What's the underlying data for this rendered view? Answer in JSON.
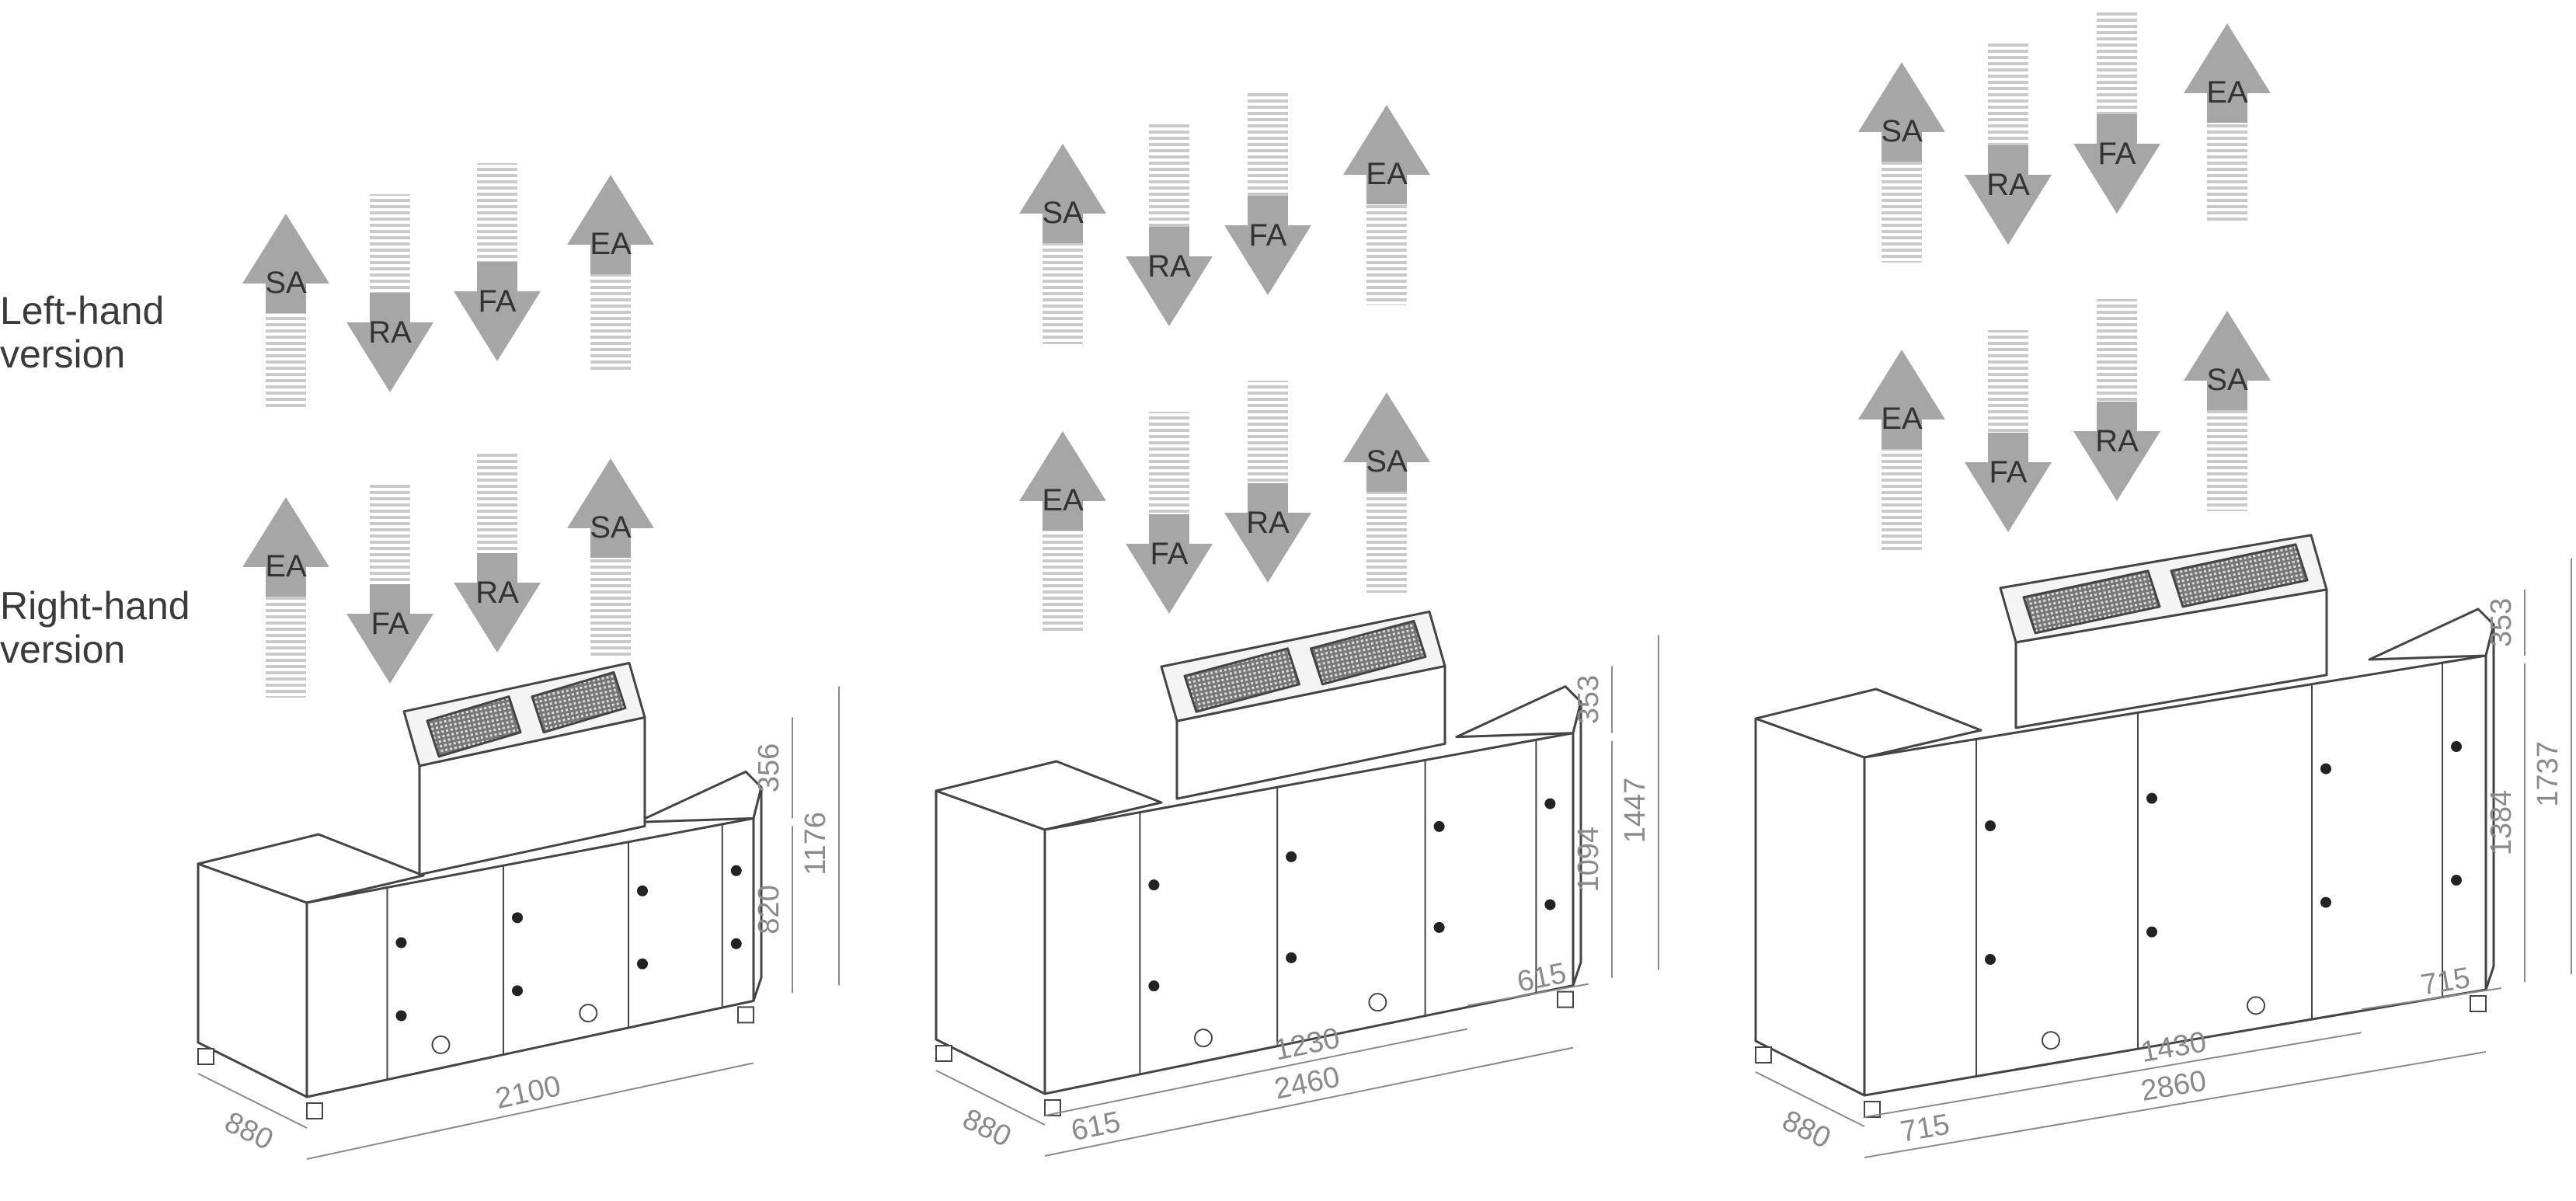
{
  "labels": {
    "left_line1": "Left-hand",
    "left_line2": "version",
    "right_line1": "Right-hand",
    "right_line2": "version"
  },
  "colors": {
    "arrow_fill": "#a6a6a6",
    "arrow_stripe": "#d0d0d0",
    "arrow_text": "#333333",
    "line": "#444444",
    "dim": "#8a8a8a",
    "panel": "#ffffff",
    "grille": "#555555"
  },
  "units": [
    {
      "name": "unit-small",
      "arrows_left": [
        {
          "label": "SA",
          "dir": "up"
        },
        {
          "label": "RA",
          "dir": "down"
        },
        {
          "label": "FA",
          "dir": "down"
        },
        {
          "label": "EA",
          "dir": "up"
        }
      ],
      "arrows_right": [
        {
          "label": "EA",
          "dir": "up"
        },
        {
          "label": "FA",
          "dir": "down"
        },
        {
          "label": "RA",
          "dir": "down"
        },
        {
          "label": "SA",
          "dir": "up"
        }
      ],
      "dims": {
        "depth": "880",
        "length": "2100",
        "top": "356",
        "lower": "820",
        "total": "1176"
      }
    },
    {
      "name": "unit-medium",
      "arrows_left": [
        {
          "label": "SA",
          "dir": "up"
        },
        {
          "label": "RA",
          "dir": "down"
        },
        {
          "label": "FA",
          "dir": "down"
        },
        {
          "label": "EA",
          "dir": "up"
        }
      ],
      "arrows_right": [
        {
          "label": "EA",
          "dir": "up"
        },
        {
          "label": "FA",
          "dir": "down"
        },
        {
          "label": "RA",
          "dir": "down"
        },
        {
          "label": "SA",
          "dir": "up"
        }
      ],
      "dims": {
        "depth": "880",
        "side_left": "615",
        "middle": "1230",
        "side_right": "615",
        "length": "2460",
        "top": "353",
        "lower": "1094",
        "total": "1447"
      }
    },
    {
      "name": "unit-large",
      "arrows_left": [
        {
          "label": "SA",
          "dir": "up"
        },
        {
          "label": "RA",
          "dir": "down"
        },
        {
          "label": "FA",
          "dir": "down"
        },
        {
          "label": "EA",
          "dir": "up"
        }
      ],
      "arrows_right": [
        {
          "label": "EA",
          "dir": "up"
        },
        {
          "label": "FA",
          "dir": "down"
        },
        {
          "label": "RA",
          "dir": "down"
        },
        {
          "label": "SA",
          "dir": "up"
        }
      ],
      "dims": {
        "depth": "880",
        "side_left": "715",
        "middle": "1430",
        "side_right": "715",
        "length": "2860",
        "top": "353",
        "lower": "1384",
        "total": "1737"
      }
    }
  ]
}
